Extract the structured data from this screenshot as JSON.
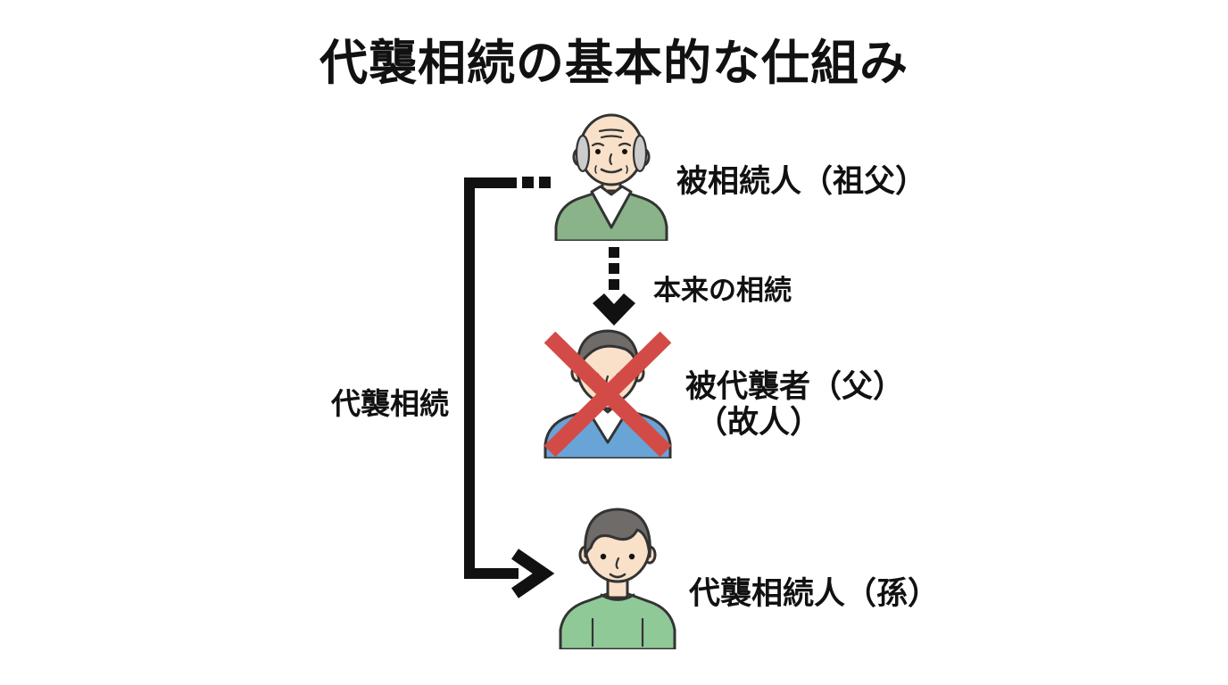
{
  "title": "代襲相続の基本的な仕組み",
  "figures": {
    "grandfather": {
      "label": "被相続人（祖父）"
    },
    "father": {
      "label": "被代襲者（父）",
      "sublabel": "（故人）"
    },
    "grandson": {
      "label": "代襲相続人（孫）"
    }
  },
  "relations": {
    "original_inheritance_label": "本来の相続",
    "substitute_inheritance_label": "代襲相続"
  },
  "colors": {
    "bg": "#ffffff",
    "ink": "#111111",
    "outline": "#333333",
    "skin": "#f9e0c9",
    "elder_hair": "#cccccc",
    "dark_hair": "#6e6b69",
    "sweater_green": "#8ab389",
    "sweater_blue": "#69a4d6",
    "shirt_green": "#90c998",
    "cross_red": "#d34b47"
  }
}
